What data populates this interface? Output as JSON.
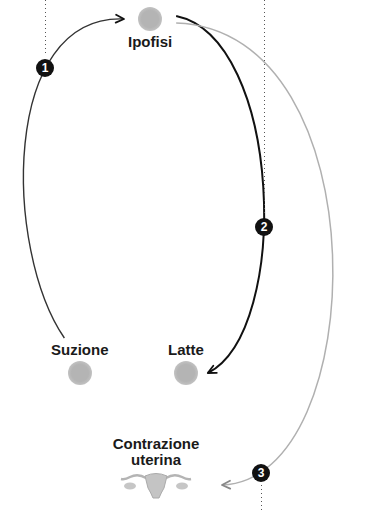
{
  "diagram": {
    "nodes": [
      {
        "text": [
          "Ipofisi"
        ]
      },
      {
        "text": [
          "Suzione"
        ]
      },
      {
        "text": [
          "Latte"
        ]
      },
      {
        "text": [
          "Contrazione uterina"
        ]
      }
    ],
    "edges": [
      {
        "from": 1,
        "to": 0,
        "arrow": "to"
      },
      {
        "from": 0,
        "to": 2,
        "arrow": "to"
      },
      {
        "from": 0,
        "to": 3,
        "arrow": "to"
      }
    ],
    "labels": [
      "1",
      "2",
      "3"
    ]
  }
}
